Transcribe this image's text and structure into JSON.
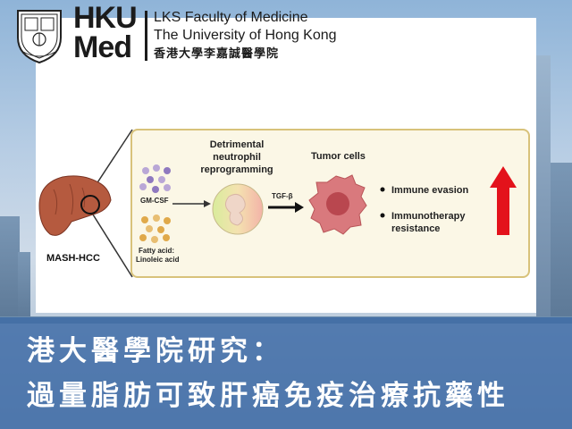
{
  "header": {
    "logo_hku": "HKU",
    "logo_med": "Med",
    "faculty_line1": "LKS Faculty of Medicine",
    "faculty_line2": "The University of Hong Kong",
    "faculty_zh": "香港大學李嘉誠醫學院"
  },
  "diagram": {
    "liver_label": "MASH-HCC",
    "gmcsf_label": "GM-CSF",
    "fatty_acid_label_1": "Fatty acid:",
    "fatty_acid_label_2": "Linoleic acid",
    "reprog_title_1": "Detrimental",
    "reprog_title_2": "neutrophil",
    "reprog_title_3": "reprogramming",
    "tgf_label": "TGF-β",
    "tumor_title": "Tumor cells",
    "bullet_1": "Immune evasion",
    "bullet_2a": "Immunotherapy",
    "bullet_2b": "resistance"
  },
  "banner": {
    "line1": "港大醫學院研究：",
    "line2": "過量脂肪可致肝癌免疫治療抗藥性"
  },
  "colors": {
    "banner_bg": "#3c69a5",
    "panel_border": "#d8c27a",
    "panel_fill": "#fbf7e6",
    "liver": "#b55a3f",
    "arrow_red": "#e3121b"
  }
}
